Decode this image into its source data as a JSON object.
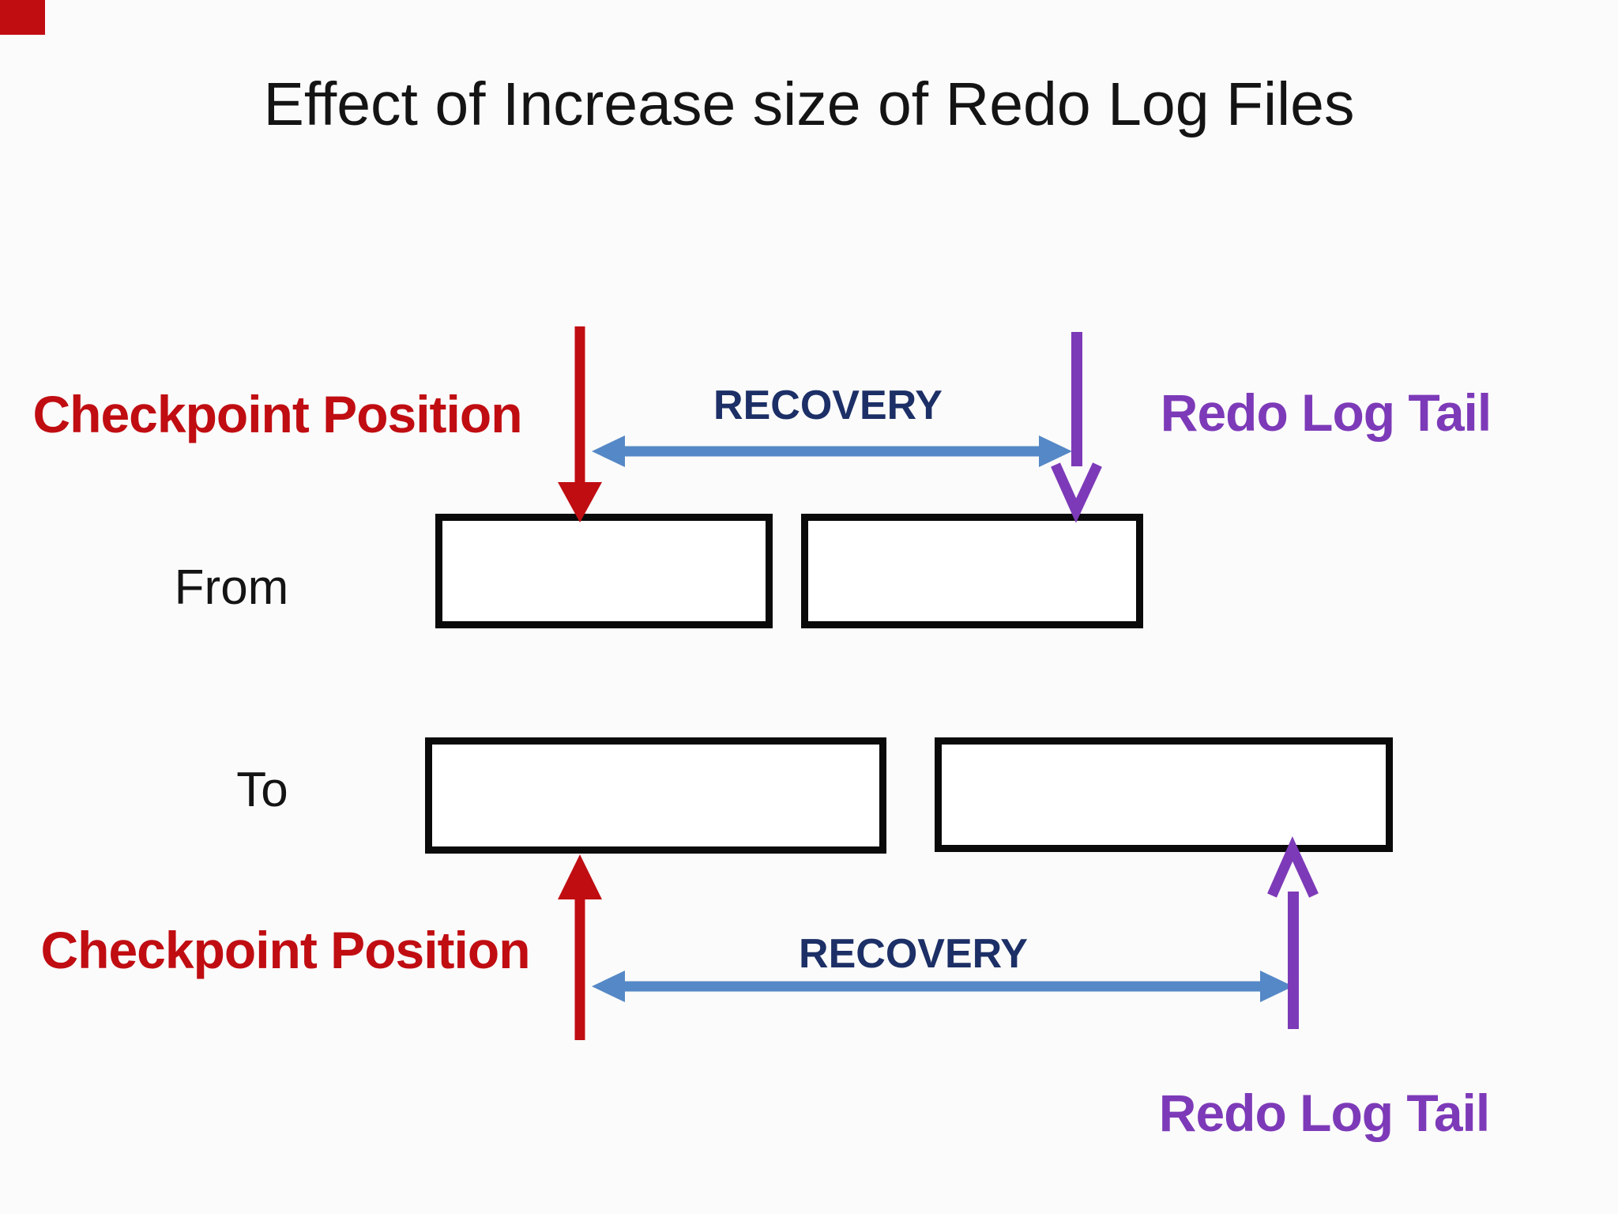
{
  "title": "Effect of Increase size of Redo Log Files",
  "colors": {
    "red": "#c00d12",
    "purple": "#7d3ab8",
    "blue": "#5588c6",
    "navy": "#1c2f66",
    "ink": "#141414",
    "box": "#0a0a0a",
    "bg": "#fbfbfb"
  },
  "top_section": {
    "checkpoint_label": "Checkpoint Position",
    "recovery_label": "RECOVERY",
    "redo_tail_label": "Redo Log Tail",
    "row_label": "From"
  },
  "bottom_section": {
    "checkpoint_label": "Checkpoint Position",
    "recovery_label": "RECOVERY",
    "redo_tail_label": "Redo Log Tail",
    "row_label": "To"
  }
}
